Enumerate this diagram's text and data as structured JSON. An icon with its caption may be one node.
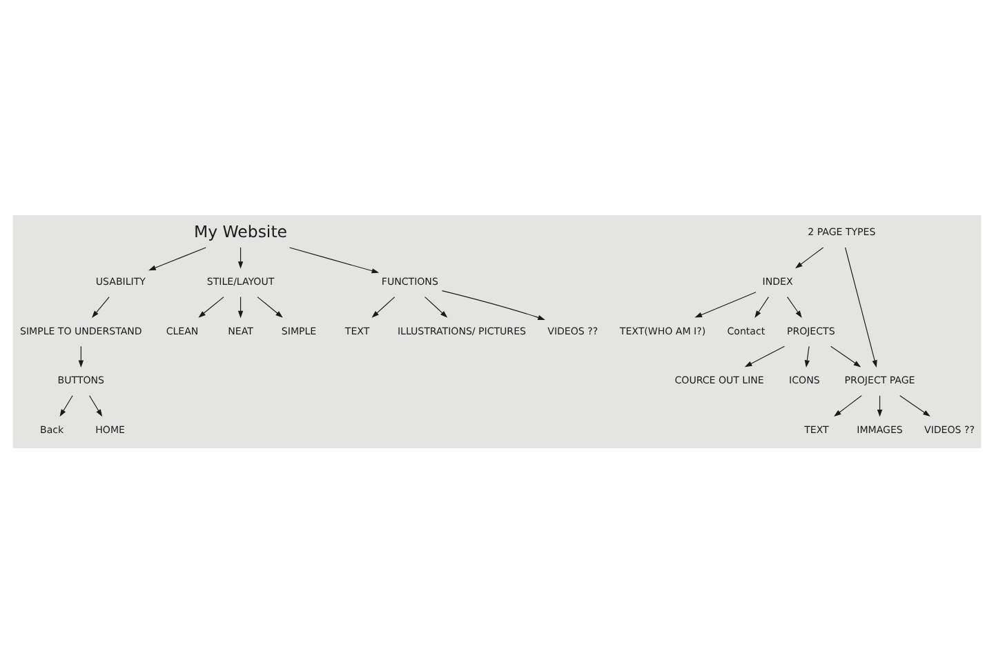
{
  "diagram": {
    "nodes": [
      {
        "text": [
          "My Website"
        ]
      },
      {
        "text": [
          "USABILITY"
        ]
      },
      {
        "text": [
          "STILE/LAYOUT"
        ]
      },
      {
        "text": [
          "FUNCTIONS"
        ]
      },
      {
        "text": [
          "SIMPLE TO UNDERSTAND"
        ]
      },
      {
        "text": [
          "BUTTONS"
        ]
      },
      {
        "text": [
          "Back"
        ]
      },
      {
        "text": [
          "HOME"
        ]
      },
      {
        "text": [
          "CLEAN"
        ]
      },
      {
        "text": [
          "NEAT"
        ]
      },
      {
        "text": [
          "SIMPLE"
        ]
      },
      {
        "text": [
          "TEXT"
        ]
      },
      {
        "text": [
          "ILLUSTRATIONS/ PICTURES"
        ]
      },
      {
        "text": [
          "VIDEOS ??"
        ]
      },
      {
        "text": [
          "2 PAGE TYPES"
        ]
      },
      {
        "text": [
          "INDEX"
        ]
      },
      {
        "text": [
          "TEXT(WHO AM I?)"
        ]
      },
      {
        "text": [
          "Contact"
        ]
      },
      {
        "text": [
          "PROJECTS"
        ]
      },
      {
        "text": [
          "COURCE OUT LINE"
        ]
      },
      {
        "text": [
          "ICONS"
        ]
      },
      {
        "text": [
          "PROJECT PAGE"
        ]
      },
      {
        "text": [
          "TEXT"
        ]
      },
      {
        "text": [
          "IMMAGES"
        ]
      },
      {
        "text": [
          "VIDEOS ??"
        ]
      }
    ],
    "edges": [
      {
        "from": 0,
        "to": 1,
        "arrow": "to"
      },
      {
        "from": 0,
        "to": 2,
        "arrow": "to"
      },
      {
        "from": 0,
        "to": 3,
        "arrow": "to"
      },
      {
        "from": 1,
        "to": 4,
        "arrow": "to"
      },
      {
        "from": 4,
        "to": 5,
        "arrow": "to"
      },
      {
        "from": 5,
        "to": 6,
        "arrow": "to"
      },
      {
        "from": 5,
        "to": 7,
        "arrow": "to"
      },
      {
        "from": 2,
        "to": 8,
        "arrow": "to"
      },
      {
        "from": 2,
        "to": 9,
        "arrow": "to"
      },
      {
        "from": 2,
        "to": 10,
        "arrow": "to"
      },
      {
        "from": 3,
        "to": 11,
        "arrow": "to"
      },
      {
        "from": 3,
        "to": 12,
        "arrow": "to"
      },
      {
        "from": 3,
        "to": 13,
        "arrow": "to"
      },
      {
        "from": 14,
        "to": 15,
        "arrow": "to"
      },
      {
        "from": 14,
        "to": 21,
        "arrow": "to"
      },
      {
        "from": 15,
        "to": 16,
        "arrow": "to"
      },
      {
        "from": 15,
        "to": 17,
        "arrow": "to"
      },
      {
        "from": 15,
        "to": 18,
        "arrow": "to"
      },
      {
        "from": 18,
        "to": 19,
        "arrow": "to"
      },
      {
        "from": 18,
        "to": 20,
        "arrow": "to"
      },
      {
        "from": 18,
        "to": 21,
        "arrow": "to"
      },
      {
        "from": 21,
        "to": 22,
        "arrow": "to"
      },
      {
        "from": 21,
        "to": 23,
        "arrow": "to"
      },
      {
        "from": 21,
        "to": 24,
        "arrow": "to"
      }
    ]
  }
}
